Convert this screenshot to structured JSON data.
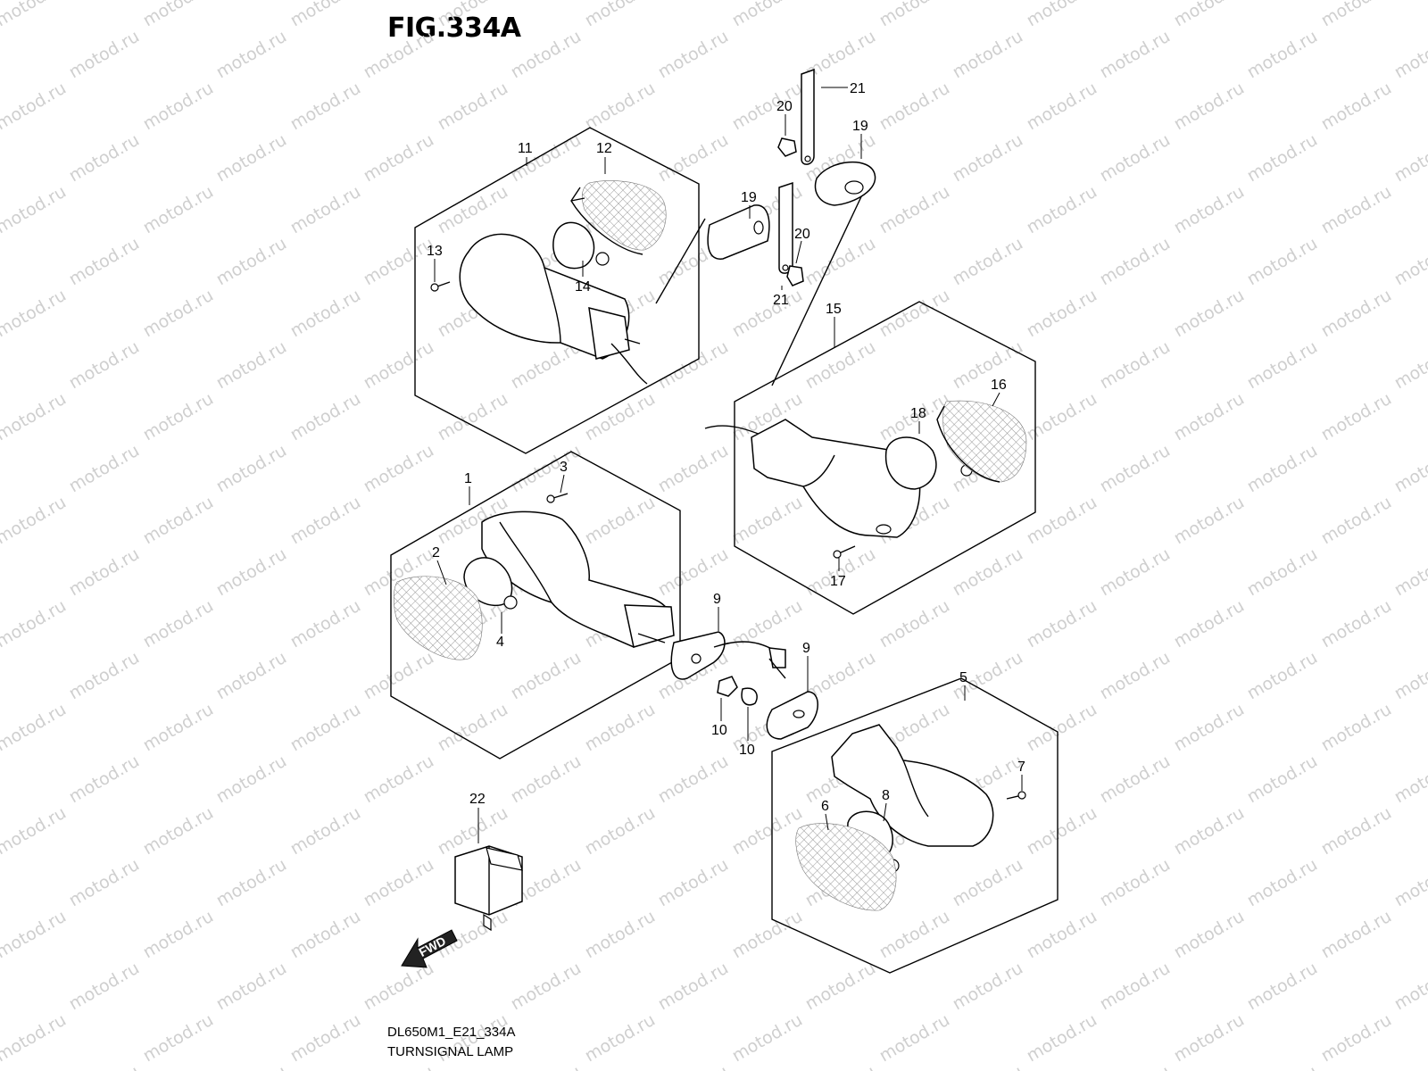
{
  "figure": {
    "title": "FIG.334A",
    "code": "DL650M1_E21_334A",
    "name": "TURNSIGNAL LAMP"
  },
  "watermark": "motod.ru",
  "fwd_label": "FWD",
  "callouts": [
    "1",
    "2",
    "3",
    "4",
    "5",
    "6",
    "7",
    "8",
    "9",
    "9",
    "10",
    "10",
    "11",
    "12",
    "13",
    "14",
    "15",
    "16",
    "17",
    "18",
    "19",
    "19",
    "20",
    "20",
    "21",
    "21",
    "22"
  ]
}
